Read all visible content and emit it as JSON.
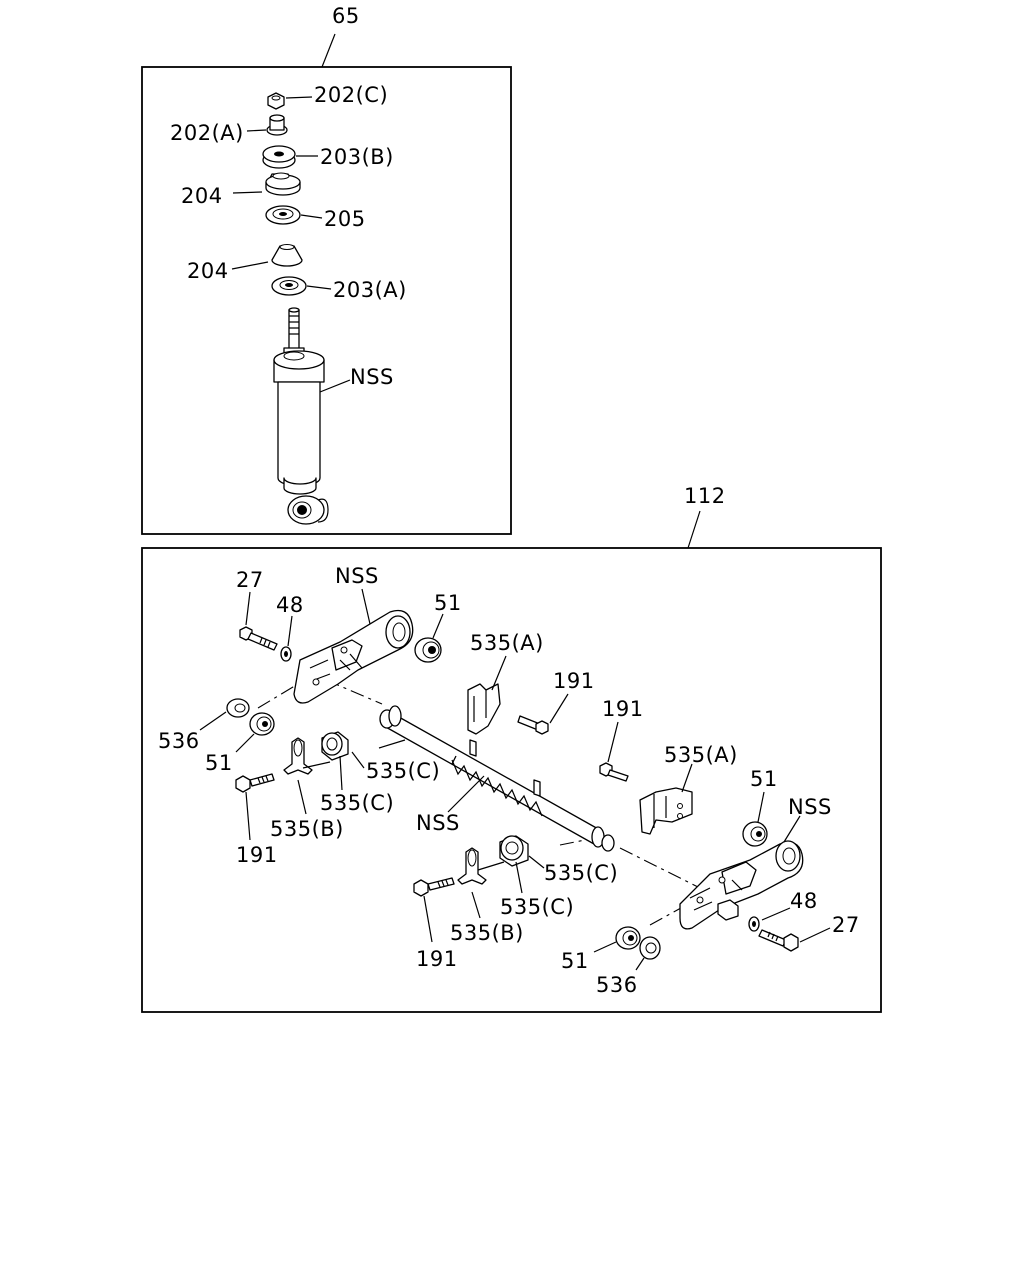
{
  "diagram": {
    "callouts": {
      "group_65": "65",
      "group_112": "112"
    },
    "shock_labels": {
      "nut_202c": "202(C)",
      "washer_202a": "202(A)",
      "washer_203b": "203(B)",
      "bushing_204_upper": "204",
      "washer_205": "205",
      "bushing_204_lower": "204",
      "washer_203a": "203(A)",
      "shock_absorber_nss": "NSS"
    },
    "axle_labels": {
      "bolt_27_left": "27",
      "washer_48_left": "48",
      "arm_nss_left": "NSS",
      "bushing_51_top_left": "51",
      "bracket_535a_left": "535(A)",
      "bolt_191_center": "191",
      "bolt_191_right_top": "191",
      "bracket_535a_right": "535(A)",
      "bushing_51_right": "51",
      "arm_nss_right": "NSS",
      "washer_536_left": "536",
      "bushing_51_left": "51",
      "bushing_535c_left_a": "535(C)",
      "bushing_535c_left_b": "535(C)",
      "clamp_535b_left": "535(B)",
      "bolt_191_left": "191",
      "stabilizer_bar_nss": "NSS",
      "bushing_535c_center_a": "535(C)",
      "bushing_535c_center_b": "535(C)",
      "clamp_535b_center": "535(B)",
      "bolt_191_bottom": "191",
      "washer_48_right": "48",
      "bolt_27_right": "27",
      "bushing_51_bottom": "51",
      "washer_536_bottom": "536"
    }
  }
}
